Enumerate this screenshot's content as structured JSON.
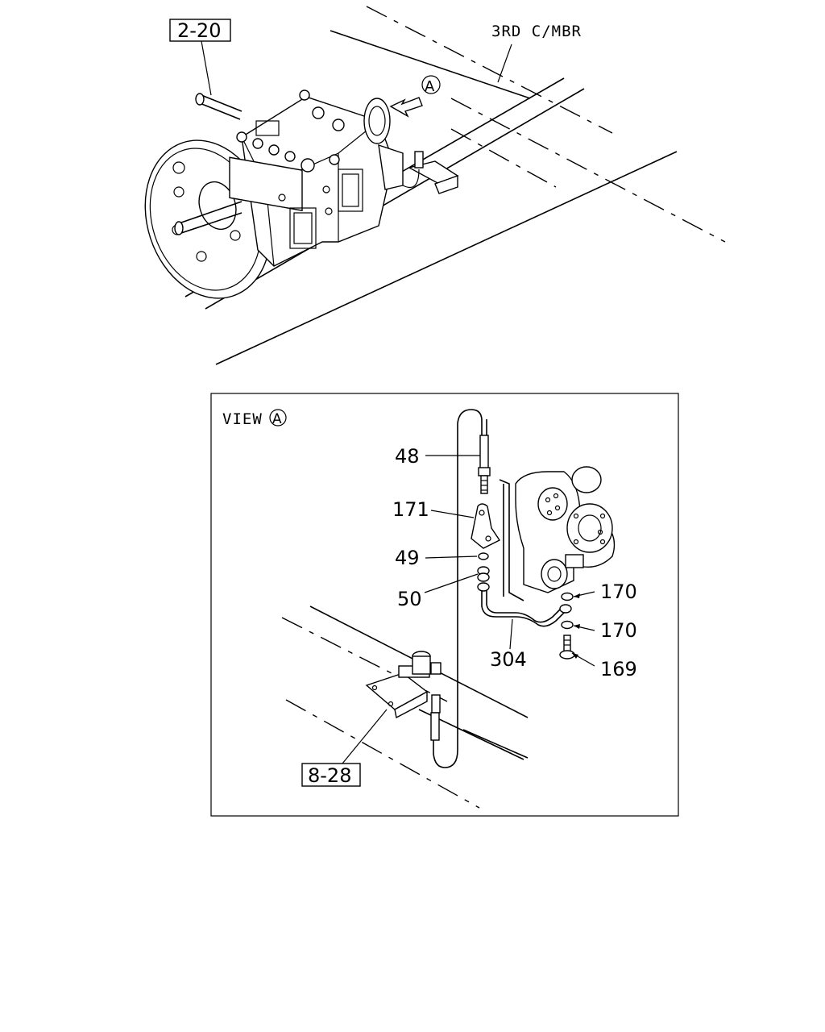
{
  "top_view": {
    "ref_box": "2-20",
    "member_label": "3RD C/MBR",
    "view_marker": "A"
  },
  "detail_view": {
    "title": "VIEW",
    "title_marker": "A",
    "ref_box": "8-28",
    "callouts": [
      {
        "id": "48",
        "label": "48"
      },
      {
        "id": "171",
        "label": "171"
      },
      {
        "id": "49",
        "label": "49"
      },
      {
        "id": "50",
        "label": "50"
      },
      {
        "id": "304",
        "label": "304"
      },
      {
        "id": "170a",
        "label": "170"
      },
      {
        "id": "170b",
        "label": "170"
      },
      {
        "id": "169",
        "label": "169"
      }
    ]
  }
}
